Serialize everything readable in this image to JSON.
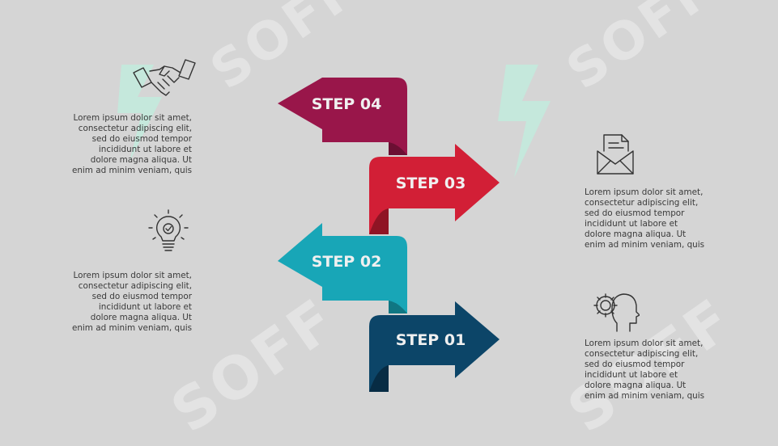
{
  "watermark": {
    "text": "SOFF",
    "color": "#bfeedd"
  },
  "steps": [
    {
      "label": "STEP 04",
      "color": "#99164a",
      "fold": "#6b0f33",
      "direction": "left"
    },
    {
      "label": "STEP 03",
      "color": "#d21f36",
      "fold": "#8f1424",
      "direction": "right"
    },
    {
      "label": "STEP 02",
      "color": "#18a6b7",
      "fold": "#107783",
      "direction": "left"
    },
    {
      "label": "STEP 01",
      "color": "#0c4568",
      "fold": "#072c44",
      "direction": "right"
    }
  ],
  "descriptions": {
    "step04": {
      "icon": "handshake-icon",
      "text": "Lorem ipsum dolor sit amet,\nconsectetur adipiscing elit,\nsed do eiusmod tempor\nincididunt ut labore et\ndolore magna aliqua. Ut\nenim ad minim veniam, quis"
    },
    "step03": {
      "icon": "mail-document-icon",
      "text": "Lorem ipsum dolor sit amet,\nconsectetur adipiscing elit,\nsed do eiusmod tempor\nincididunt ut labore et\ndolore magna aliqua. Ut\nenim ad minim veniam, quis"
    },
    "step02": {
      "icon": "lightbulb-icon",
      "text": "Lorem ipsum dolor sit amet,\nconsectetur adipiscing elit,\nsed do eiusmod tempor\nincididunt ut labore et\ndolore magna aliqua. Ut\nenim ad minim veniam, quis"
    },
    "step01": {
      "icon": "head-gear-icon",
      "text": "Lorem ipsum dolor sit amet,\nconsectetur adipiscing elit,\nsed do eiusmod tempor\nincididunt ut labore et\ndolore magna aliqua. Ut\nenim ad minim veniam, quis"
    }
  }
}
